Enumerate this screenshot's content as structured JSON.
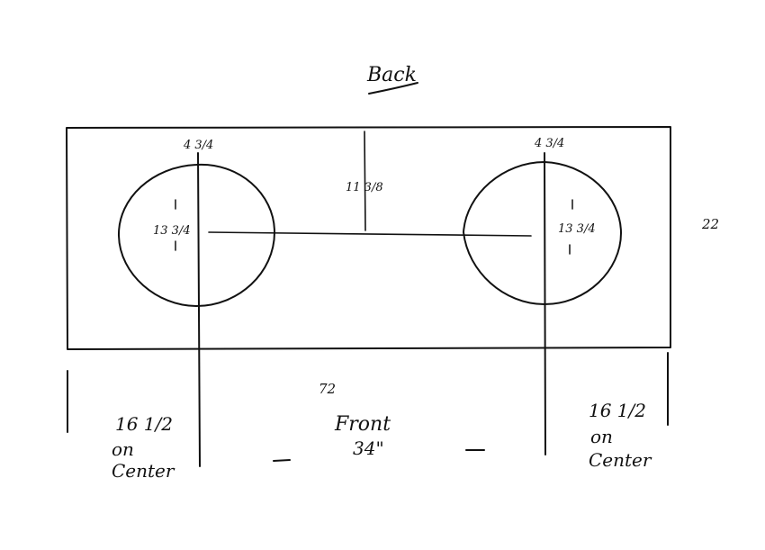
{
  "title": "Back",
  "top_offset_left": "4 3/4",
  "top_offset_right": "4 3/4",
  "center_depth": "11 3/8",
  "hole_diameter_left": "13 3/4",
  "hole_diameter_right": "13 3/4",
  "depth": "22",
  "width": "72",
  "left_spacing": [
    "16 1/2",
    "on",
    "Center"
  ],
  "right_spacing": [
    "16 1/2",
    "on",
    "Center"
  ],
  "front_label": "Front",
  "front_spacing": "34\""
}
